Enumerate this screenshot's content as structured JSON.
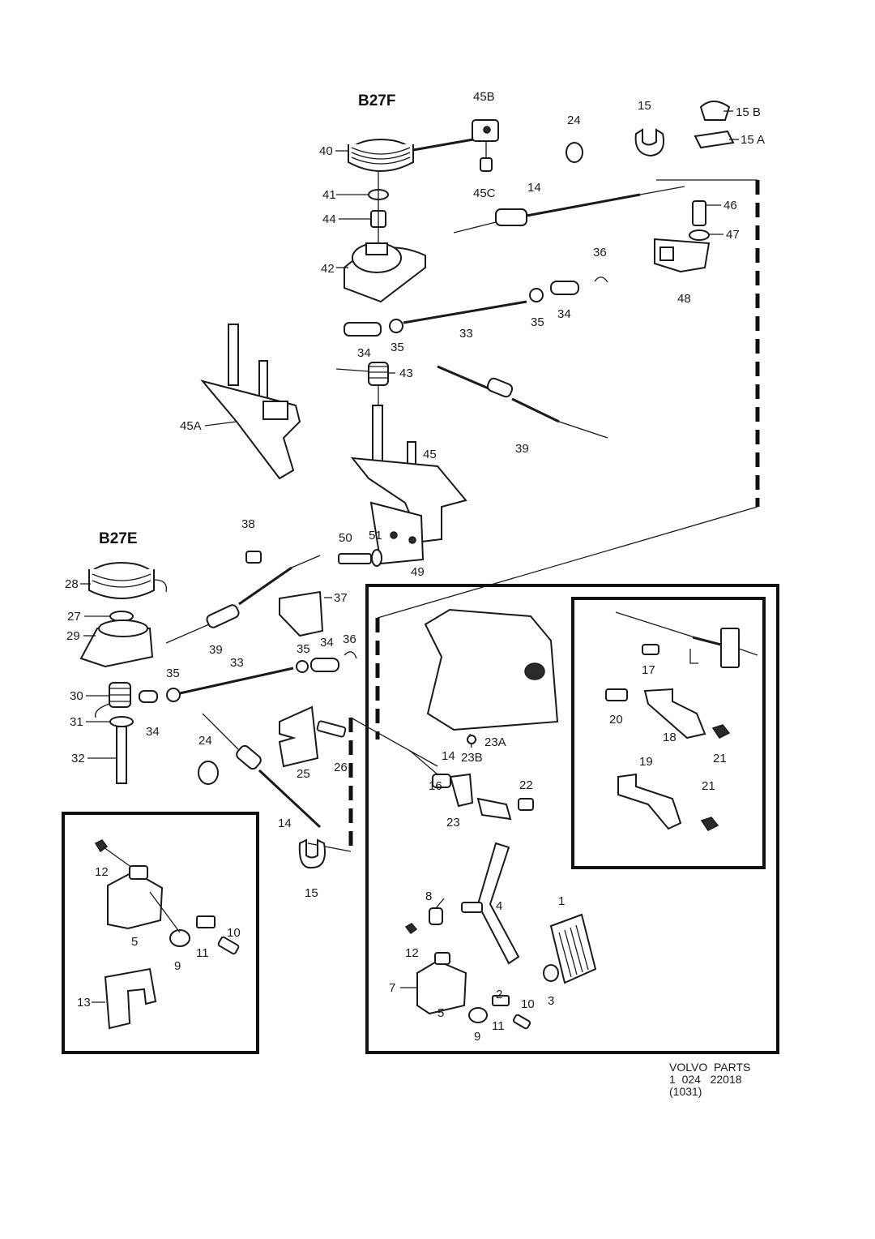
{
  "engines": {
    "b27f": "B27F",
    "b27e": "B27E"
  },
  "labels": {
    "l1": "1",
    "l2": "2",
    "l3": "3",
    "l4": "4",
    "l5a": "5",
    "l5b": "5",
    "l7": "7",
    "l8": "8",
    "l9a": "9",
    "l9b": "9",
    "l10a": "10",
    "l10b": "10",
    "l11a": "11",
    "l11b": "11",
    "l12a": "12",
    "l12b": "12",
    "l13": "13",
    "l14a": "14",
    "l14b": "14",
    "l14c": "14",
    "l15a": "15",
    "l15b": "15",
    "l15B": "15 B",
    "l15A": "15 A",
    "l16": "16",
    "l17": "17",
    "l18": "18",
    "l19": "19",
    "l20": "20",
    "l21a": "21",
    "l21b": "21",
    "l22": "22",
    "l23": "23",
    "l23A": "23A",
    "l23B": "23B",
    "l24a": "24",
    "l24b": "24",
    "l25": "25",
    "l26": "26",
    "l27": "27",
    "l28": "28",
    "l29": "29",
    "l30": "30",
    "l31": "31",
    "l32": "32",
    "l33a": "33",
    "l33b": "33",
    "l34a": "34",
    "l34b": "34",
    "l34c": "34",
    "l34d": "34",
    "l35a": "35",
    "l35b": "35",
    "l35c": "35",
    "l35d": "35",
    "l36a": "36",
    "l36b": "36",
    "l37": "37",
    "l38": "38",
    "l39a": "39",
    "l39b": "39",
    "l40": "40",
    "l41": "41",
    "l42": "42",
    "l43": "43",
    "l44": "44",
    "l45": "45",
    "l45A": "45A",
    "l45B": "45B",
    "l45C": "45C",
    "l46": "46",
    "l47": "47",
    "l48": "48",
    "l49": "49",
    "l50": "50",
    "l51": "51"
  },
  "footer": {
    "line1": "VOLVO  PARTS",
    "line2": "1  024   22018",
    "line3": "(1031)"
  }
}
